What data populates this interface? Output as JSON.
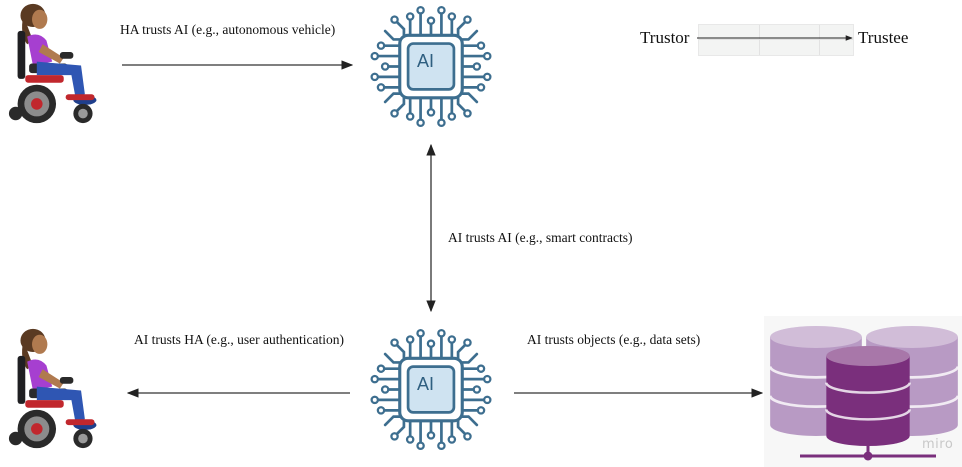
{
  "legend": {
    "trustor": "Trustor",
    "trustee": "Trustee"
  },
  "labels": {
    "ha_trusts_ai": "HA trusts AI (e.g., autonomous vehicle)",
    "ai_trusts_ai": "AI trusts AI (e.g., smart contracts)",
    "ai_trusts_ha": "AI trusts HA (e.g., user authentication)",
    "ai_trusts_objects": "AI trusts objects (e.g., data sets)"
  },
  "nodes": {
    "ai_chip_top": "AI",
    "ai_chip_bottom": "AI",
    "watermark": "miro"
  },
  "icons": {
    "human": "person-in-wheelchair-icon",
    "ai": "ai-chip-icon",
    "database": "database-stack-icon"
  },
  "colors": {
    "chip_stroke": "#3d6e8f",
    "chip_fill": "#cfe3f1",
    "shirt": "#a63fd0",
    "pants": "#2f56b3",
    "db_dark": "#7a2f7c",
    "db_light": "#b89ac4"
  }
}
